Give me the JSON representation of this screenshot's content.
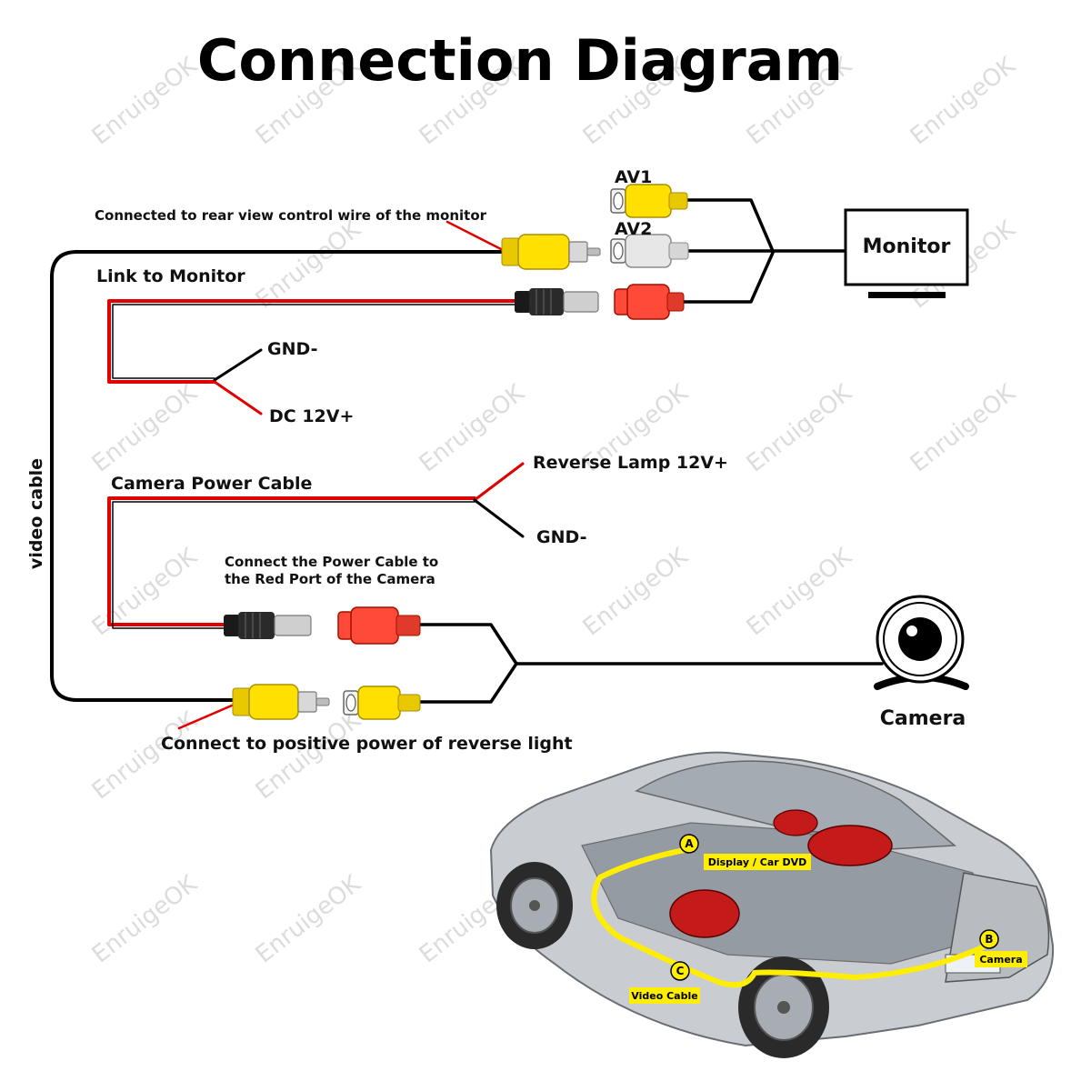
{
  "title": "Connection Diagram",
  "watermark": "EnruigeOK",
  "labels": {
    "av1": "AV1",
    "av2": "AV2",
    "rear_view_control": "Connected to rear view control wire of the monitor",
    "link_to_monitor": "Link to Monitor",
    "gnd_top": "GND-",
    "dc12v": "DC 12V+",
    "video_cable": "video cable",
    "camera_power_cable": "Camera Power Cable",
    "reverse_lamp": "Reverse Lamp 12V+",
    "gnd_bottom": "GND-",
    "connect_power_line1": "Connect the Power Cable to",
    "connect_power_line2": "the Red Port of the Camera",
    "connect_positive": "Connect to positive power of reverse light",
    "monitor": "Monitor",
    "camera": "Camera"
  },
  "car_tags": {
    "a": "A",
    "b": "B",
    "c": "C",
    "display": "Display / Car DVD",
    "camera": "Camera",
    "video_cable": "Video Cable"
  },
  "colors": {
    "red_wire": "#e00000",
    "yellow": "#ffe000",
    "tag_yellow": "#ffee00",
    "black": "#000000"
  }
}
